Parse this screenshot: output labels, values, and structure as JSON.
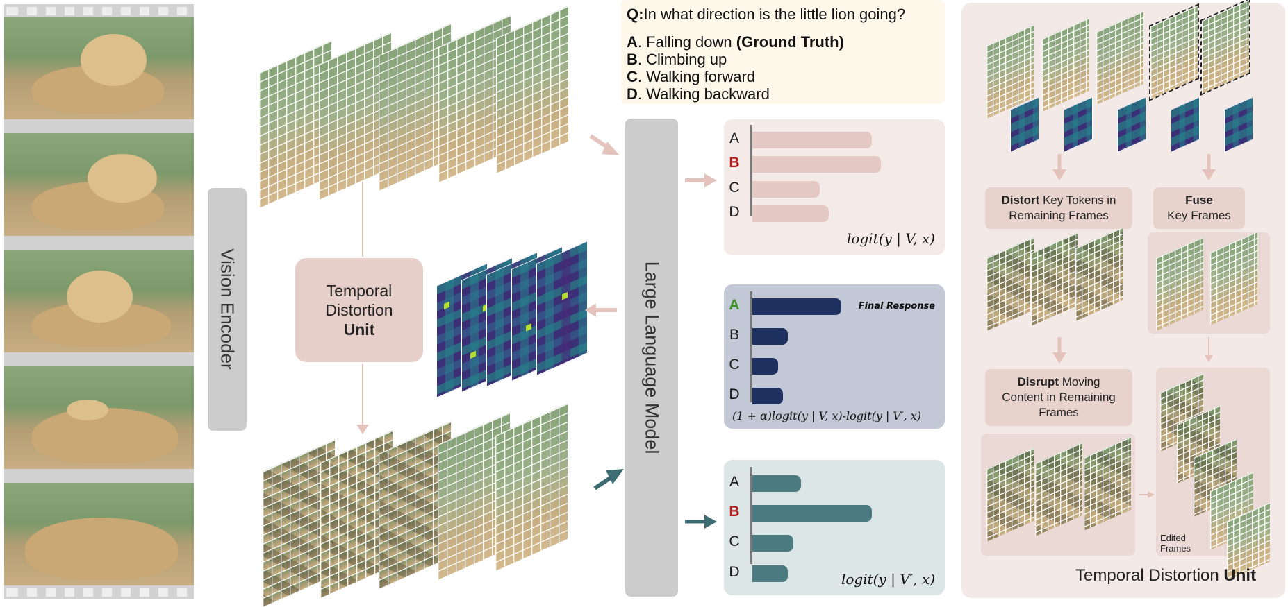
{
  "vision_encoder": {
    "label": "Vision Encoder"
  },
  "llm": {
    "label": "Large Language Model"
  },
  "temporal_unit": {
    "line1": "Temporal",
    "line2": "Distortion",
    "line3": "Unit"
  },
  "question": {
    "q_prefix": "Q:",
    "q_text": "In what direction is the little lion going?",
    "options": [
      {
        "letter": "A",
        "text": ". Falling down ",
        "note": "(Ground Truth)"
      },
      {
        "letter": "B",
        "text": ". Climbing up",
        "note": ""
      },
      {
        "letter": "C",
        "text": ". Walking forward",
        "note": ""
      },
      {
        "letter": "D",
        "text": ". Walking backward",
        "note": ""
      }
    ]
  },
  "panels": {
    "original": {
      "options": [
        "A",
        "B",
        "C",
        "D"
      ],
      "highlight": "B",
      "formula": "logit(y | V, x)",
      "values": [
        0.78,
        0.84,
        0.44,
        0.5
      ],
      "bar_color": "#e3c8c3",
      "bg": "#f4ebe8"
    },
    "contrast": {
      "options": [
        "A",
        "B",
        "C",
        "D"
      ],
      "highlight": "A",
      "formula": "(1 + α)logit(y | V, x)-logit(y | V′, x)",
      "final_label": "Final Response",
      "values": [
        0.58,
        0.23,
        0.17,
        0.2
      ],
      "bar_color": "#1e3160",
      "bg": "#c3c8d6"
    },
    "distorted": {
      "options": [
        "A",
        "B",
        "C",
        "D"
      ],
      "highlight": "B",
      "formula": "logit(y | V′, x)",
      "values": [
        0.32,
        0.78,
        0.27,
        0.23
      ],
      "bar_color": "#4b7b80",
      "bg": "#dde6e6"
    }
  },
  "colors": {
    "highlight_red": "#b22222",
    "highlight_green": "#3f8f2a",
    "arrow_pink": "#e5c3bd",
    "arrow_teal": "#3d6d72"
  },
  "right_panel": {
    "distort_box": {
      "bold": "Distort",
      "rest1": " Key Tokens in",
      "rest2": "Remaining Frames"
    },
    "fuse_box": {
      "bold": "Fuse",
      "rest": "Key Frames"
    },
    "disrupt_box": {
      "bold": "Disrupt",
      "rest1": " Moving",
      "rest2": "Content in Remaining",
      "rest3": "Frames"
    },
    "edited_label1": "Edited",
    "edited_label2": "Frames",
    "caption_plain": "Temporal Distortion ",
    "caption_bold": "Unit"
  }
}
